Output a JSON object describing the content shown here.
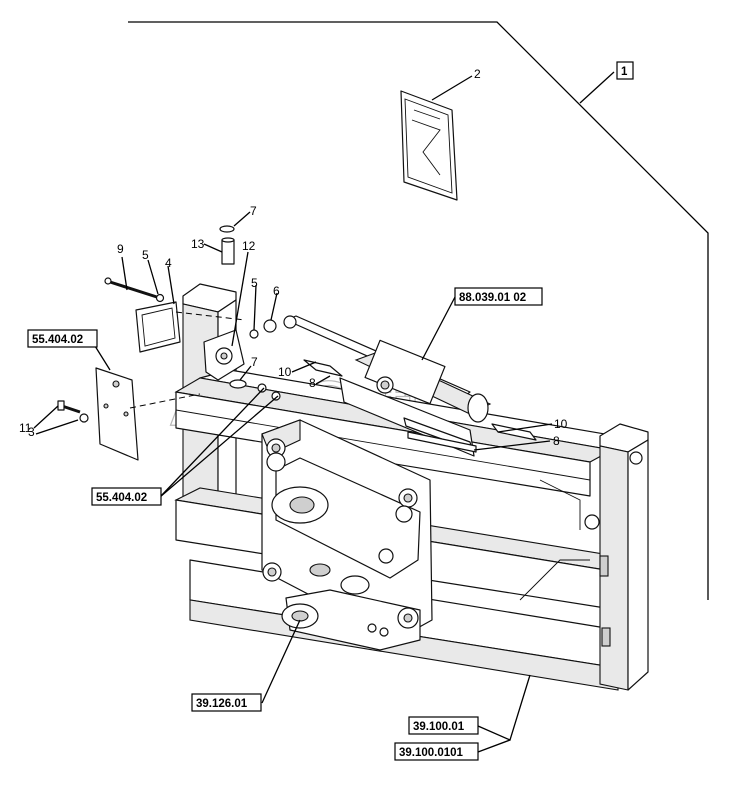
{
  "watermark": "AutoSoft",
  "callouts": {
    "c1": "1",
    "c2": "2",
    "c3": "3",
    "c4": "4",
    "c5a": "5",
    "c5b": "5",
    "c6": "6",
    "c7a": "7",
    "c7b": "7",
    "c8a": "8",
    "c8b": "8",
    "c9": "9",
    "c10a": "10",
    "c10b": "10",
    "c11": "11",
    "c12": "12",
    "c13": "13"
  },
  "references": {
    "ref_88": "88.039.01 02",
    "ref_55_top": "55.404.02",
    "ref_55_bottom": "55.404.02",
    "ref_39_126": "39.126.01",
    "ref_39_100": "39.100.01",
    "ref_39_100_0101": "39.100.0101"
  }
}
